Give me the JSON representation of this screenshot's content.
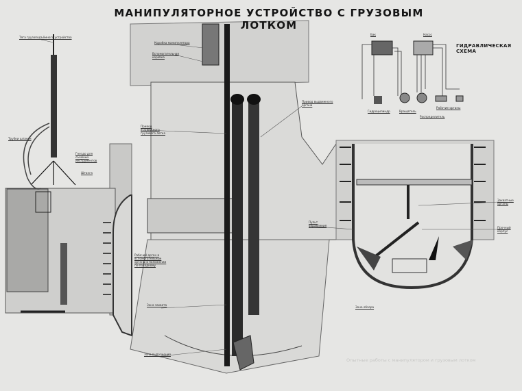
{
  "title": "МАНИПУЛЯТОРНОЕ УСТРОЙСТВО С ГРУЗОВЫМ ЛОТКОМ",
  "hydraulic_schema": {
    "title": "ГИДРАВЛИЧЕСКАЯ СХЕМА",
    "labels": [
      "Бак",
      "Насос",
      "Гидроцилиндр",
      "Вращатель",
      "Распределитель",
      "Рабочие органы"
    ]
  },
  "callouts": {
    "mast_top": "Тяга грузоподъёмного устройства",
    "hoses": "Трубки шланги",
    "tool_place": "Гнездо для съёмных инструментов",
    "support": "Штанга",
    "upper_box1": "Коробка манипулятора",
    "upper_box2": "Вспомогательная коробка",
    "arm_drive": "Привод выдвижного органа",
    "tray_drive": "Привод выдвижного грузового лотка",
    "working_organ": "Рабочий орган в вспомогательные органы в положении по-походному",
    "zone_loading": "Зона захвата",
    "zone_view": "Зона обзора",
    "zone_work": "Зона выполнения",
    "control": "Пульт управления",
    "gripper": "Захватные органы",
    "hull": "Прочный корпус"
  },
  "footer_text": "Опытные работы с манипулятором и грузовым лотком"
}
